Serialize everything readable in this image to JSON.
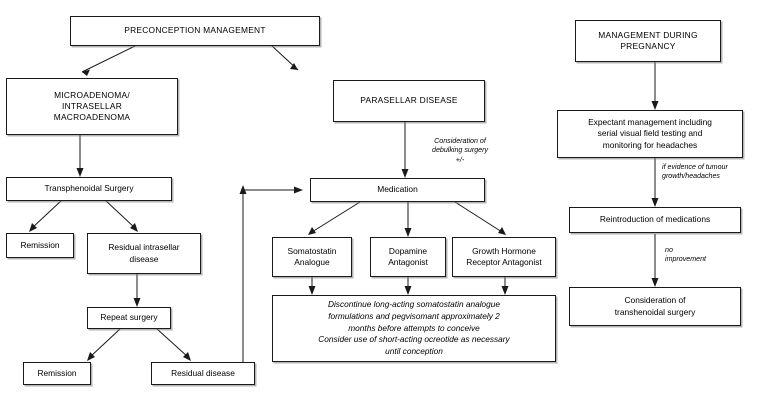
{
  "diagram": {
    "title": "Acromegaly / pituitary adenoma management in pregnancy flowchart",
    "colors": {
      "line": "#1a1a1a",
      "box_fill": "#ffffff",
      "background": "#ffffff",
      "shadow": "#787878"
    }
  },
  "columns": {
    "left": {
      "header": "PRECONCEPTION MANAGEMENT",
      "nodes": [
        {
          "id": "microadenoma",
          "label": "MICROADENOMA/\nINTRASELLAR\nMACROADENOMA"
        },
        {
          "id": "transphenoidal-surgery",
          "label": "Transphenoidal Surgery"
        },
        {
          "id": "remission-1",
          "label": "Remission"
        },
        {
          "id": "residual-intrasellar-disease",
          "label": "Residual intrasellar\ndisease"
        },
        {
          "id": "repeat-surgery",
          "label": "Repeat surgery"
        },
        {
          "id": "remission-2",
          "label": "Remission"
        },
        {
          "id": "residual-disease",
          "label": "Residual disease"
        }
      ]
    },
    "middle": {
      "nodes": [
        {
          "id": "parasellar-disease",
          "label": "PARASELLAR DISEASE"
        },
        {
          "id": "medication",
          "label": "Medication"
        },
        {
          "id": "somatostatin-analogue",
          "label": "Somatostatin\nAnalogue"
        },
        {
          "id": "dopamine-antagonist",
          "label": "Dopamine\nAntagonist"
        },
        {
          "id": "growth-hormone-receptor-antagonist",
          "label": "Growth Hormone\nReceptor  Antagonist"
        },
        {
          "id": "discontinue-note",
          "label": "Discontinue long-acting somatostatin analogue\nformulations and pegvisomant approximately 2\nmonths before attempts to conceive\nConsider use of short-acting ocreotide as necessary\nuntil conception"
        }
      ],
      "annotations": [
        {
          "id": "debulking-note",
          "text": "Consideration of\ndebulking surgery\n+/-"
        }
      ]
    },
    "right": {
      "header": "MANAGEMENT DURING\nPREGNANCY",
      "nodes": [
        {
          "id": "expectant-management",
          "label": "Expectant management including\nserial visual field testing and\nmonitoring for headaches"
        },
        {
          "id": "reintroduction-of-medications",
          "label": "Reintroduction of medications"
        },
        {
          "id": "consideration-transphenoidal-surgery",
          "label": "Consideration of\ntranshenoidal surgery"
        }
      ],
      "annotations": [
        {
          "id": "tumour-growth-note",
          "text": "if evidence of tumour\ngrowth/headaches"
        },
        {
          "id": "no-improvement-note",
          "text": "no\nimprovement"
        }
      ]
    }
  }
}
